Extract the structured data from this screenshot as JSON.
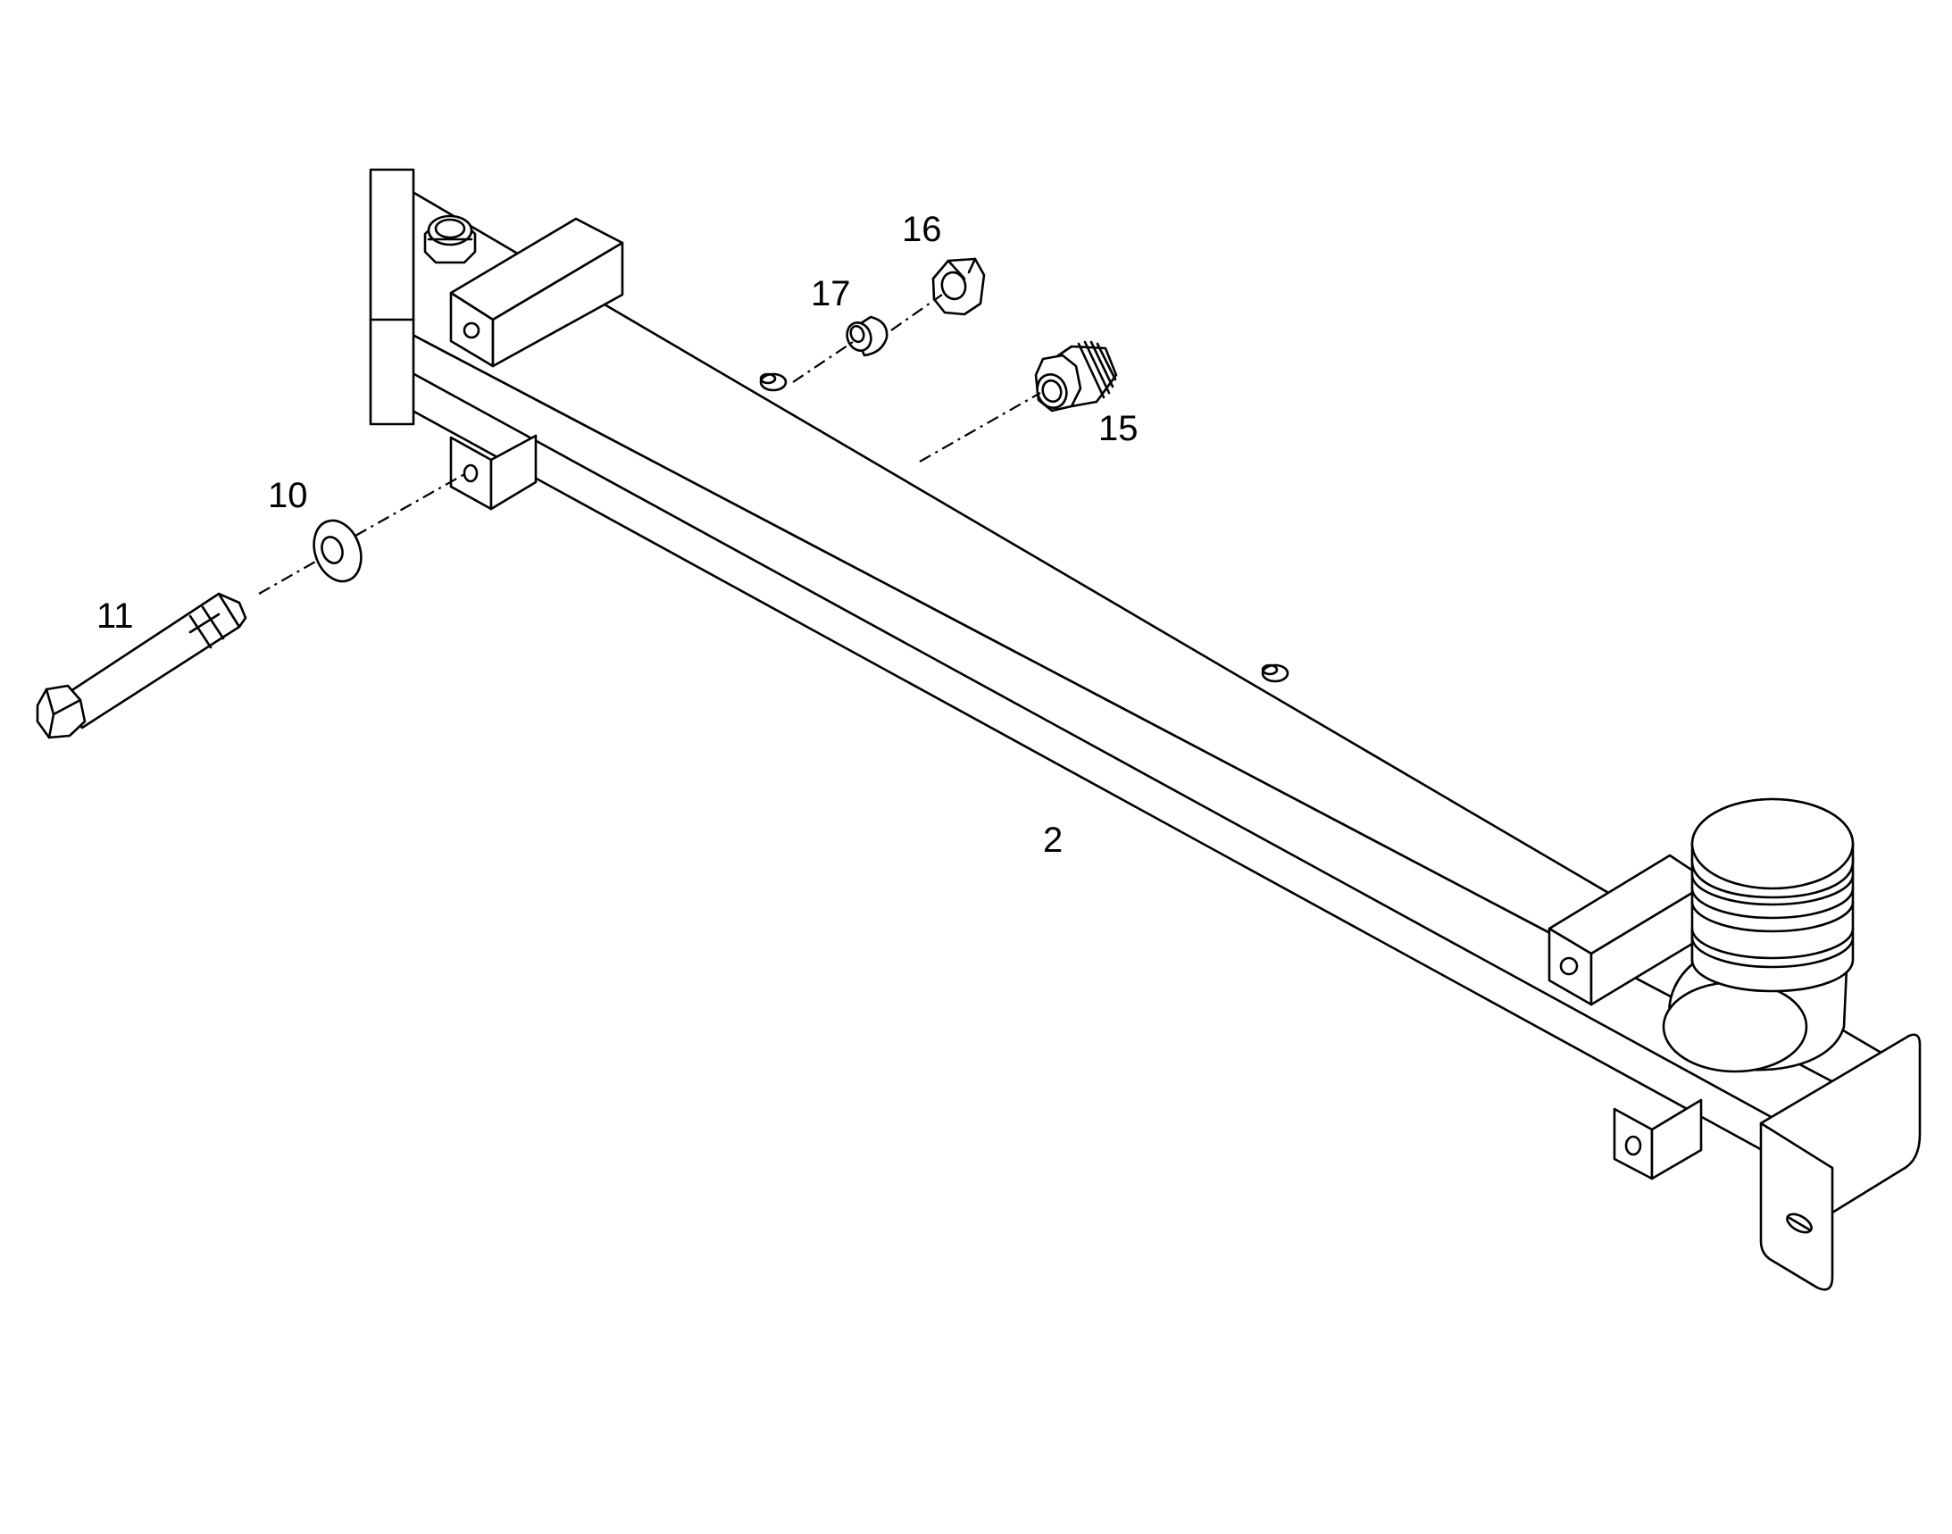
{
  "callouts": {
    "part_2": "2",
    "part_10": "10",
    "part_11": "11",
    "part_15": "15",
    "part_16": "16",
    "part_17": "17"
  }
}
